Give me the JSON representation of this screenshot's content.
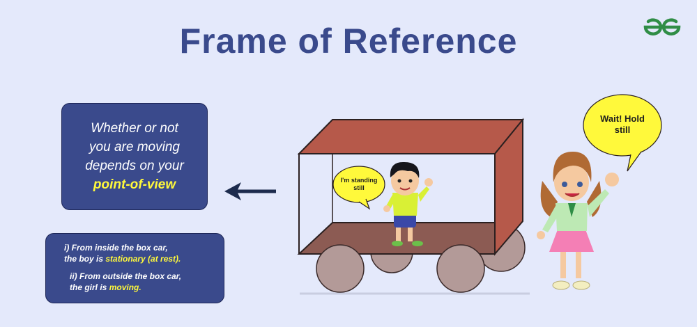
{
  "title": "Frame of Reference",
  "logo_icon": "geeksforgeeks-logo-icon",
  "main_box": {
    "line1": "Whether or not",
    "line2": "you are moving",
    "line3": "depends on your",
    "highlight": "point-of-view"
  },
  "arrow_icon": "arrow-left-icon",
  "notes": {
    "item1_line1": "i) From inside the box car,",
    "item1_line2_prefix": "the boy is ",
    "item1_line2_highlight": "stationary (at rest).",
    "item2_line1": "ii) From outside the box car,",
    "item2_line2_prefix": "the girl is ",
    "item2_line2_highlight": "moving."
  },
  "boy_speech": {
    "line1": "I'm standing",
    "line2": "still"
  },
  "girl_speech": {
    "line1": "Wait! Hold",
    "line2": "still"
  },
  "colors": {
    "background": "#e4e9fb",
    "primary": "#3a4a8c",
    "highlight": "#fff93b",
    "car_body": "#b6594a",
    "car_floor": "#8c5b53",
    "wheel": "#b39a98",
    "logo_green": "#2f8d46"
  }
}
